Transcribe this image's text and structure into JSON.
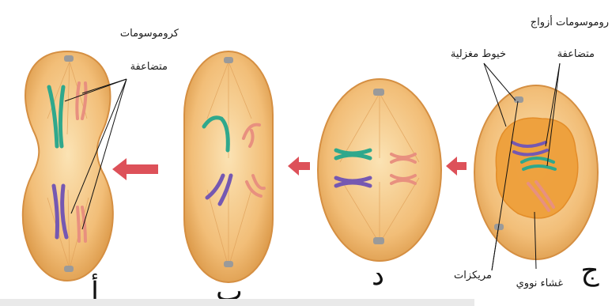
{
  "labels": {
    "chromosomes_top": "كروموسومات",
    "chromatids_left": "متضاعفة",
    "paired_chromosomes": "روموسومات أزواج",
    "spindle_fibers": "خيوط مغزلية",
    "chromatids_right": "متضاعفة",
    "centrioles": "مريكزات",
    "nuclear_membrane": "غشاء نووي"
  },
  "stage_letters": {
    "a": "أ",
    "b": "ب",
    "d": "د",
    "j": "ج"
  },
  "colors": {
    "cell_fill": "#f2be78",
    "cell_edge": "#dc9a4a",
    "nucleus": "#ee9f3a",
    "arrow": "#d7323c",
    "green": "#2fa88c",
    "purple": "#7558b2",
    "pink": "#e8907f",
    "centriole": "#9a9a9a"
  }
}
